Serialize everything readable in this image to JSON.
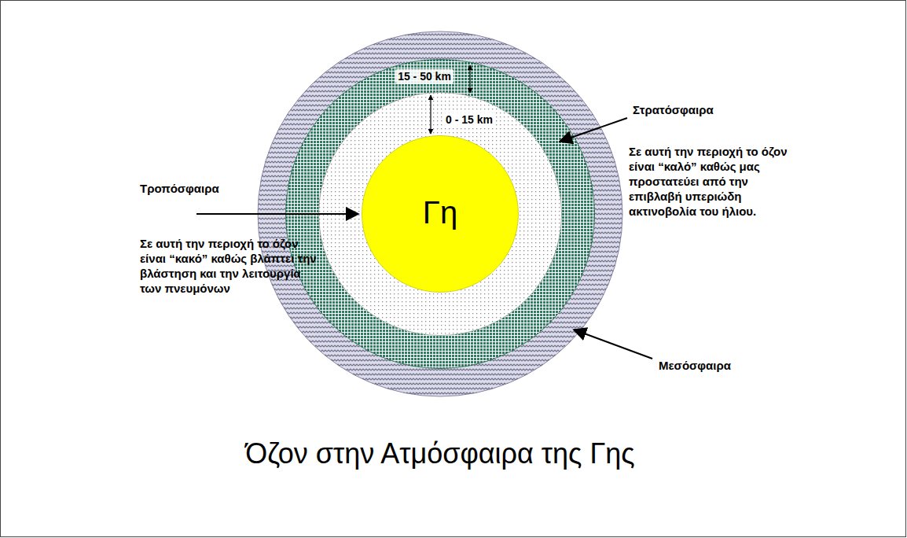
{
  "diagram": {
    "title": "Όζον στην Ατμόσφαιρα της Γης",
    "nodes": [
      {
        "text": [
          "15 - 50 km"
        ]
      },
      {
        "text": [
          "0 - 15 km"
        ],
        "in": 0
      },
      {
        "text": [
          "Γη"
        ],
        "in": 1
      }
    ],
    "labels": [
      "Στρατόσφαιρα",
      "Σε αυτή την περιοχή το όζον είναι “καλό” καθώς μας προστατεύει από την επιβλαβή υπεριώδη ακτινοβολία του ήλιου.",
      "Τροπόσφαιρα",
      "Σε αυτή την περιοχή το όζον είναι “κακό” καθώς βλάπτει την βλάστηση και την λειτουργία των πνευμόνων",
      "Μεσόσφαιρα"
    ]
  }
}
